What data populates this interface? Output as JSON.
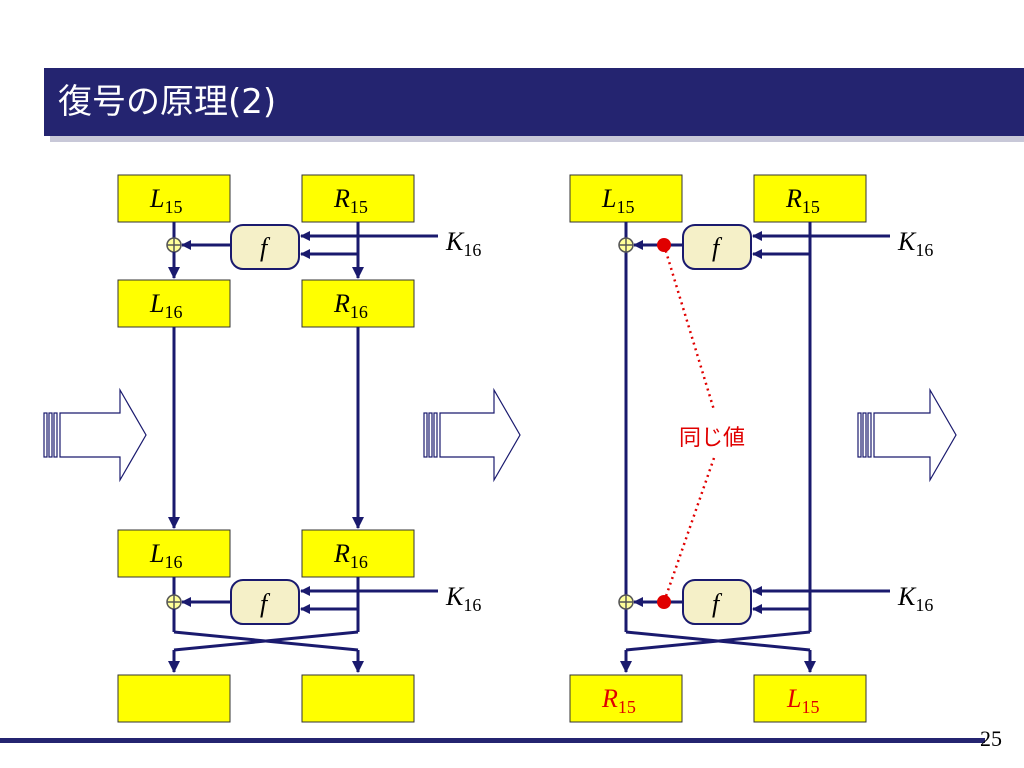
{
  "title": "復号の原理(2)",
  "page_number": "25",
  "diagram": {
    "left": {
      "top_boxes": [
        {
          "var": "L",
          "sub": "15"
        },
        {
          "var": "R",
          "sub": "15"
        }
      ],
      "mid_boxes": [
        {
          "var": "L",
          "sub": "16"
        },
        {
          "var": "R",
          "sub": "16"
        }
      ],
      "lower_boxes": [
        {
          "var": "L",
          "sub": "16"
        },
        {
          "var": "R",
          "sub": "16"
        }
      ],
      "output_boxes": [
        {
          "var": "",
          "sub": ""
        },
        {
          "var": "",
          "sub": ""
        }
      ],
      "f_label": "f",
      "key_top": {
        "var": "K",
        "sub": "16"
      },
      "key_bottom": {
        "var": "K",
        "sub": "16"
      }
    },
    "right": {
      "top_boxes": [
        {
          "var": "L",
          "sub": "15"
        },
        {
          "var": "R",
          "sub": "15"
        }
      ],
      "output_boxes": [
        {
          "var": "R",
          "sub": "15"
        },
        {
          "var": "L",
          "sub": "15"
        }
      ],
      "f_label": "f",
      "key_top": {
        "var": "K",
        "sub": "16"
      },
      "key_bottom": {
        "var": "K",
        "sub": "16"
      },
      "annotation": "同じ値"
    }
  },
  "colors": {
    "box_fill": "#ffff00",
    "line": "#1a1a6e",
    "highlight": "#e00000",
    "title_bg": "#242470"
  }
}
